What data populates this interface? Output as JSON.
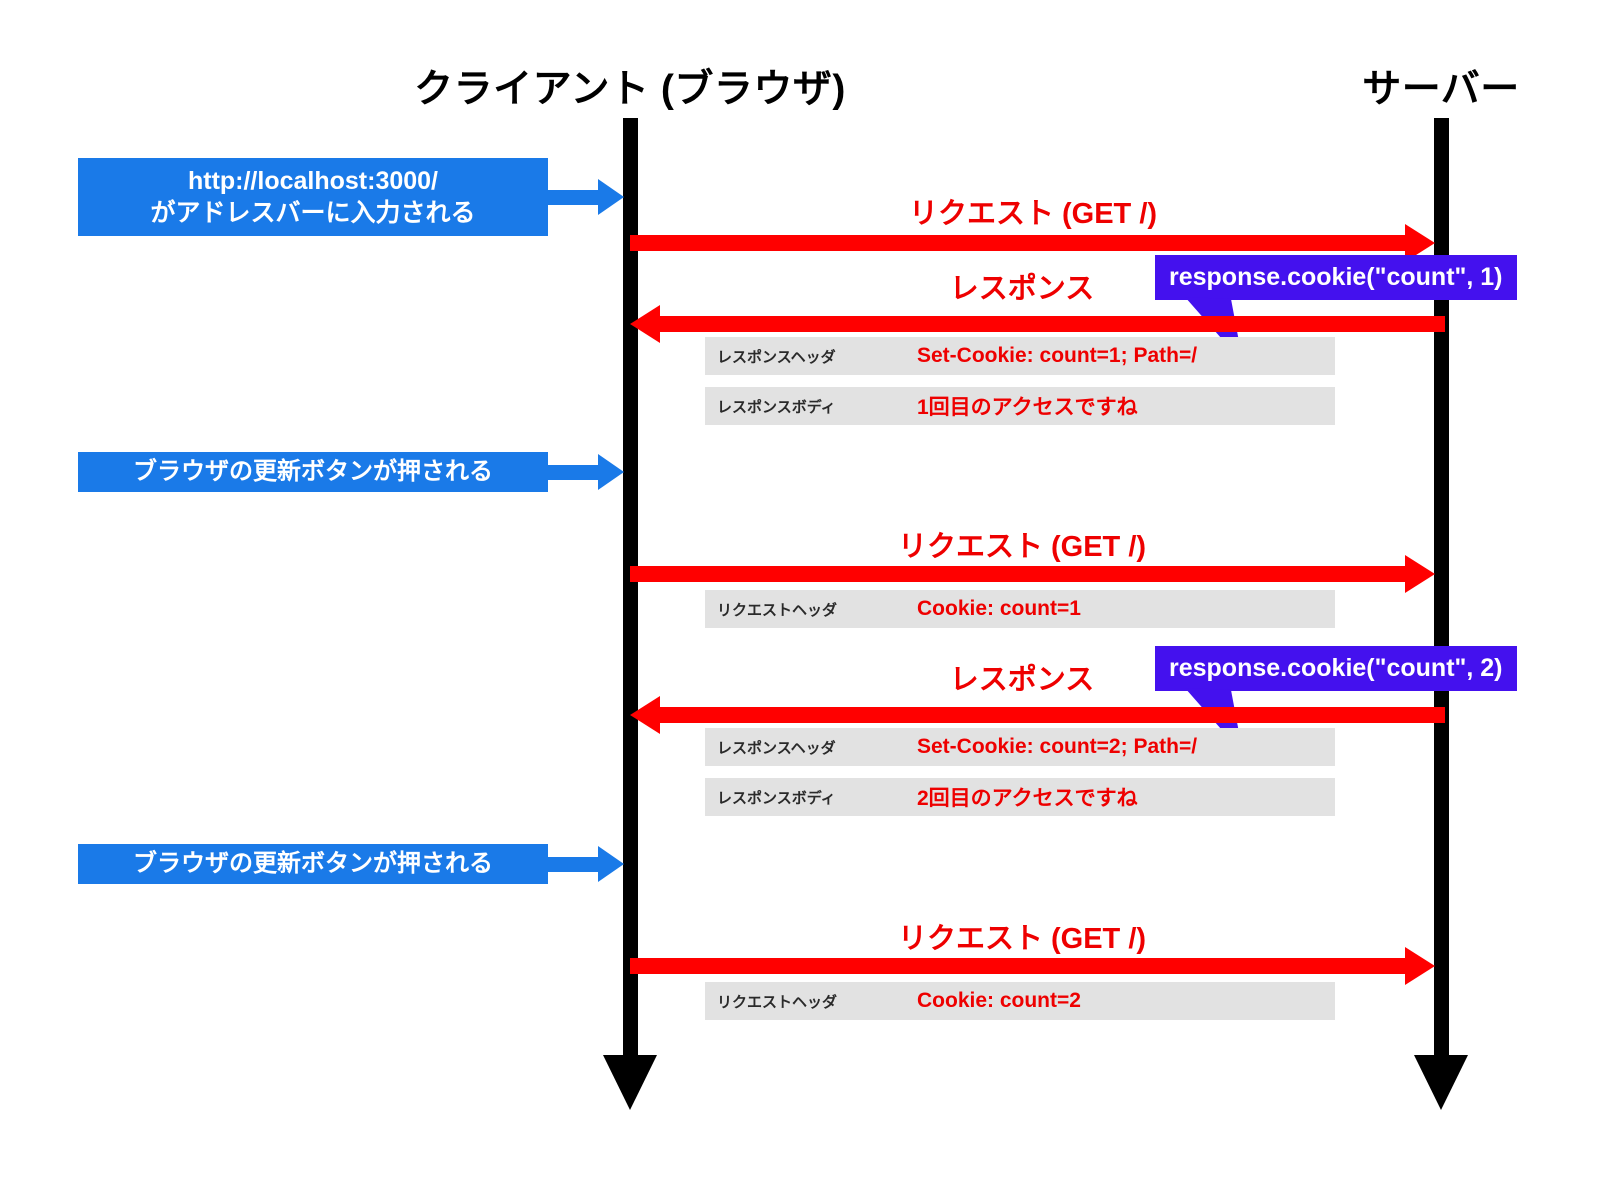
{
  "diagram": {
    "title": "HTTP Cookie sequence diagram",
    "colors": {
      "lifeline": "#000000",
      "event_blue": "#1a7ae8",
      "message_red": "#ff0000",
      "label_red": "#ee0000",
      "callout_purple": "#4411ee",
      "detail_row_gray": "#e2e2e2",
      "background": "#ffffff"
    }
  },
  "actors": {
    "client": "クライアント (ブラウザ)",
    "server": "サーバー"
  },
  "events": [
    {
      "id": "event-url-entered",
      "lines": [
        "http://localhost:3000/",
        "がアドレスバーに入力される"
      ]
    },
    {
      "id": "event-reload-1",
      "lines": [
        "ブラウザの更新ボタンが押される"
      ]
    },
    {
      "id": "event-reload-2",
      "lines": [
        "ブラウザの更新ボタンが押される"
      ]
    }
  ],
  "messages": [
    {
      "id": "req-1",
      "label": "リクエスト (GET /)",
      "direction": "client-to-server"
    },
    {
      "id": "res-1",
      "label": "レスポンス",
      "direction": "server-to-client"
    },
    {
      "id": "req-2",
      "label": "リクエスト (GET /)",
      "direction": "client-to-server"
    },
    {
      "id": "res-2",
      "label": "レスポンス",
      "direction": "server-to-client"
    },
    {
      "id": "req-3",
      "label": "リクエスト (GET /)",
      "direction": "client-to-server"
    }
  ],
  "callouts": [
    {
      "id": "callout-1",
      "text": "response.cookie(\"count\", 1)"
    },
    {
      "id": "callout-2",
      "text": "response.cookie(\"count\", 2)"
    }
  ],
  "details": [
    {
      "id": "res-1-header",
      "key": "レスポンスヘッダ",
      "value": "Set-Cookie: count=1; Path=/"
    },
    {
      "id": "res-1-body",
      "key": "レスポンスボディ",
      "value": "1回目のアクセスですね"
    },
    {
      "id": "req-2-header",
      "key": "リクエストヘッダ",
      "value": "Cookie: count=1"
    },
    {
      "id": "res-2-header",
      "key": "レスポンスヘッダ",
      "value": "Set-Cookie: count=2; Path=/"
    },
    {
      "id": "res-2-body",
      "key": "レスポンスボディ",
      "value": "2回目のアクセスですね"
    },
    {
      "id": "req-3-header",
      "key": "リクエストヘッダ",
      "value": "Cookie: count=2"
    }
  ]
}
